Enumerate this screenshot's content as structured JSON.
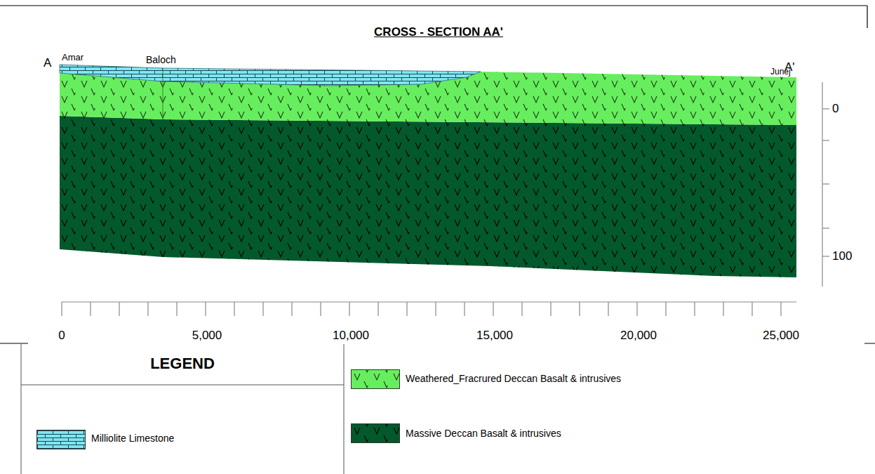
{
  "diagram": {
    "title": "CROSS - SECTION AA'",
    "labels": [
      "A",
      "Amar",
      "Baloch",
      "Junej",
      "A'",
      "0",
      "100",
      "0",
      "5,000",
      "10,000",
      "15,000",
      "20,000",
      "25,000",
      "LEGEND"
    ],
    "legend": [
      {
        "text": "Milliolite Limestone",
        "color": "#80e6f2"
      },
      {
        "text": "Weathered_Fracrured Deccan Basalt & intrusives",
        "color": "#66ee5e"
      },
      {
        "text": "Massive Deccan Basalt & intrusives",
        "color": "#03592c"
      }
    ]
  }
}
